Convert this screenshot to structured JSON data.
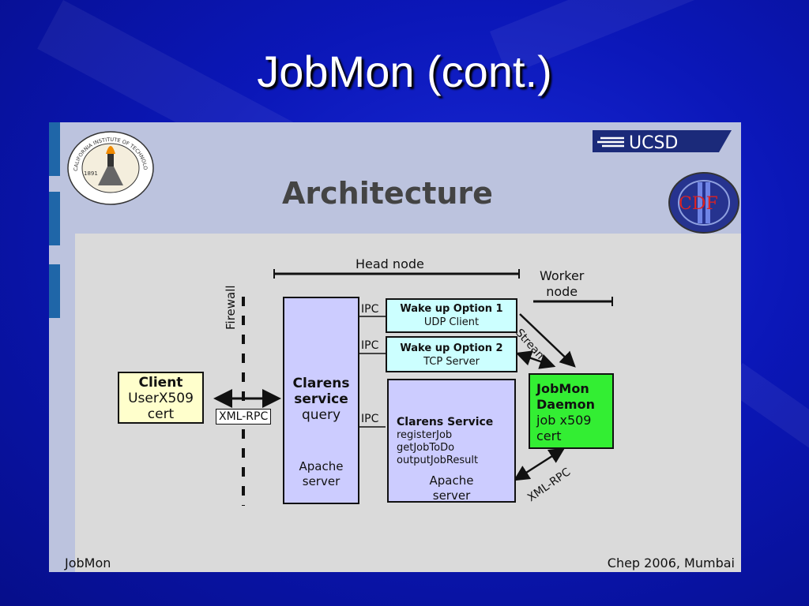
{
  "slide": {
    "title": "JobMon (cont.)"
  },
  "figure": {
    "heading": "Architecture",
    "logos": {
      "caltech": {
        "name": "caltech-seal-icon",
        "lettering": "CALIFORNIA INSTITUTE OF TECHNOLOGY",
        "year": "1891"
      },
      "ucsd": {
        "name": "ucsd-logo-icon",
        "text": "UCSD"
      },
      "cdf": {
        "name": "cdf-logo-icon",
        "text": "CDF"
      }
    },
    "footer_left": "JobMon",
    "footer_right": "Chep 2006, Mumbai"
  },
  "diagram": {
    "head_node_label": "Head node",
    "worker_node_label": "Worker\nnode",
    "firewall_label": "Firewall",
    "client": {
      "title": "Client",
      "line1": "UserX509",
      "line2": "cert"
    },
    "xmlrpc_left": "XML-RPC",
    "clarens_query": {
      "title1": "Clarens",
      "title2": "service",
      "sub": "query",
      "apache1": "Apache",
      "apache2": "server"
    },
    "ipc_labels": [
      "IPC",
      "IPC",
      "IPC"
    ],
    "wake1": {
      "title": "Wake up Option 1",
      "sub": "UDP Client"
    },
    "wake2": {
      "title": "Wake up Option 2",
      "sub": "TCP Server"
    },
    "clarens_service": {
      "title": "Clarens Service",
      "items": [
        "registerJob",
        "getJobToDo",
        "outputJobResult"
      ],
      "apache1": "Apache",
      "apache2": "server"
    },
    "daemon": {
      "title1": "JobMon",
      "title2": "Daemon",
      "line1": "job x509",
      "line2": "cert"
    },
    "stream_label": "Stream",
    "xmlrpc_right": "XML-RPC",
    "colors": {
      "purple": "#ccccff",
      "cyan": "#ccffff",
      "green": "#33ee33",
      "yellow": "#ffffcc"
    }
  }
}
